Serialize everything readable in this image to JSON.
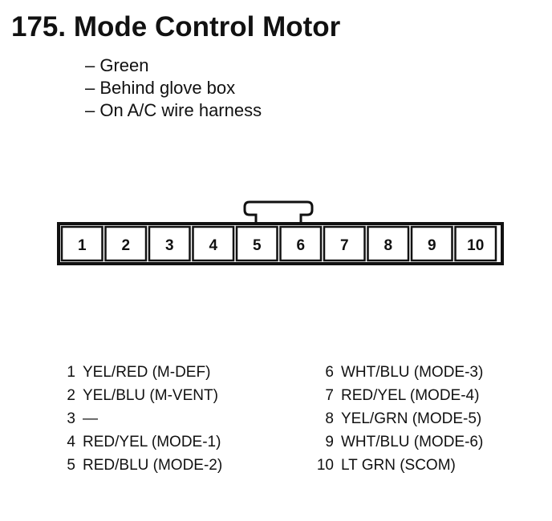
{
  "title": "175. Mode Control Motor",
  "notes": [
    "– Green",
    "– Behind glove box",
    "– On A/C wire harness"
  ],
  "connector": {
    "pins": [
      "1",
      "2",
      "3",
      "4",
      "5",
      "6",
      "7",
      "8",
      "9",
      "10"
    ]
  },
  "pinout": {
    "left": [
      {
        "num": "1",
        "wire": "YEL/RED (M-DEF)"
      },
      {
        "num": "2",
        "wire": "YEL/BLU (M-VENT)"
      },
      {
        "num": "3",
        "wire": "—"
      },
      {
        "num": "4",
        "wire": "RED/YEL (MODE-1)"
      },
      {
        "num": "5",
        "wire": "RED/BLU (MODE-2)"
      }
    ],
    "right": [
      {
        "num": "6",
        "wire": "WHT/BLU (MODE-3)"
      },
      {
        "num": "7",
        "wire": "RED/YEL (MODE-4)"
      },
      {
        "num": "8",
        "wire": "YEL/GRN (MODE-5)"
      },
      {
        "num": "9",
        "wire": "WHT/BLU (MODE-6)"
      },
      {
        "num": "10",
        "wire": "LT GRN (SCOM)"
      }
    ]
  }
}
